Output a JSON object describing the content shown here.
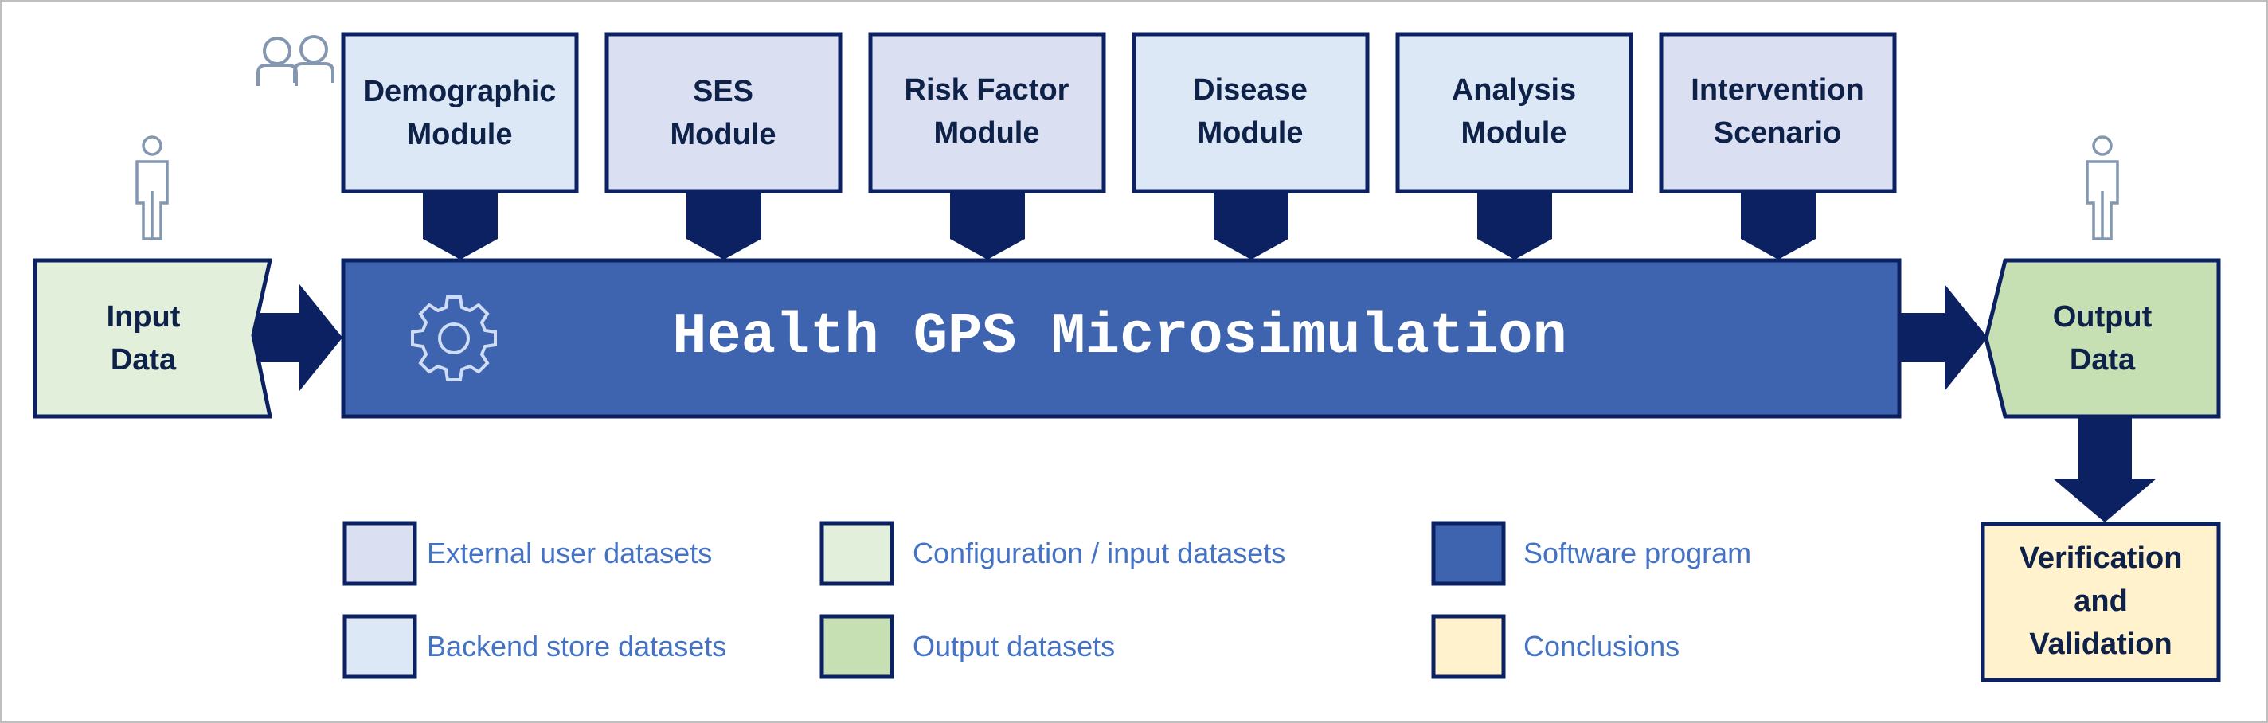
{
  "modules": [
    {
      "line1": "Demographic",
      "line2": "Module",
      "kind": "backend"
    },
    {
      "line1": "SES",
      "line2": "Module",
      "kind": "external"
    },
    {
      "line1": "Risk Factor",
      "line2": "Module",
      "kind": "external"
    },
    {
      "line1": "Disease",
      "line2": "Module",
      "kind": "backend"
    },
    {
      "line1": "Analysis",
      "line2": "Module",
      "kind": "backend"
    },
    {
      "line1": "Intervention",
      "line2": "Scenario",
      "kind": "external"
    }
  ],
  "input": {
    "line1": "Input",
    "line2": "Data"
  },
  "output": {
    "line1": "Output",
    "line2": "Data"
  },
  "main": {
    "title": "Health GPS Microsimulation"
  },
  "verify": {
    "line1": "Verification",
    "line2": "and",
    "line3": "Validation"
  },
  "legend": [
    {
      "label": "External user datasets",
      "color": "#dadff1"
    },
    {
      "label": "Backend store datasets",
      "color": "#dde8f6"
    },
    {
      "label": "Configuration / input datasets",
      "color": "#e2efda"
    },
    {
      "label": "Output datasets",
      "color": "#c6e0b4"
    },
    {
      "label": "Software program",
      "color": "#3e64b0"
    },
    {
      "label": "Conclusions",
      "color": "#fff2cc"
    }
  ],
  "colors": {
    "border": "#0b2161",
    "connector": "#0b2161",
    "main_fill": "#3e64b0",
    "legend_text": "#4472c4",
    "icon": "#8497b0"
  },
  "icons": [
    "users-icon",
    "person-icon",
    "gear-icon"
  ]
}
